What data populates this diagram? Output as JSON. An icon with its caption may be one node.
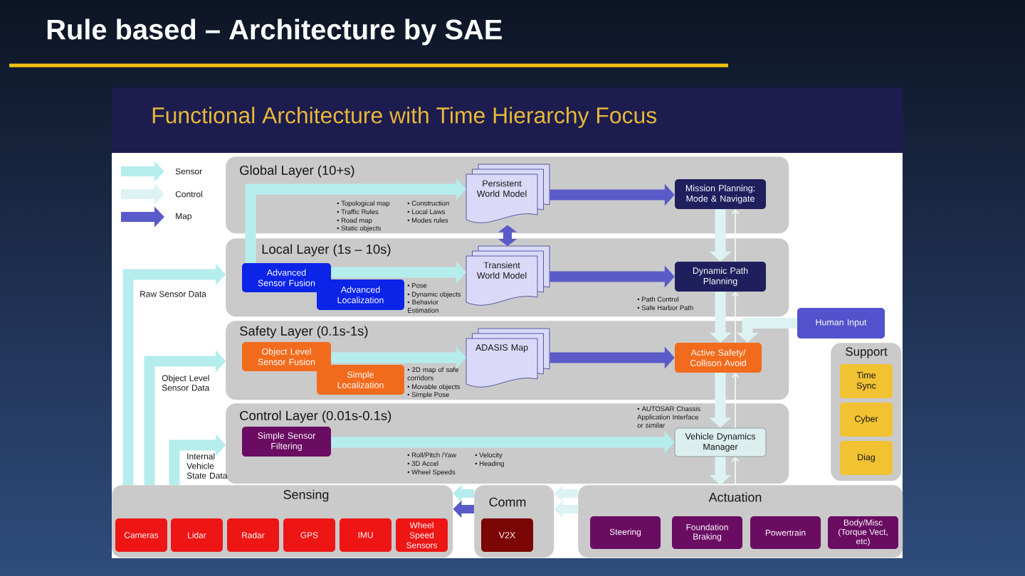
{
  "diagram": {
    "title": "Rule based – Architecture by SAE",
    "nodes": [
      {
        "text": [
          "Global Layer (10+s)"
        ]
      },
      {
        "text": [
          "Persistent World Model"
        ],
        "in": 0
      },
      {
        "text": [
          "Mission Planning: Mode & Navigate"
        ],
        "in": 0
      },
      {
        "text": [
          "Local Layer (1s – 10s)"
        ]
      },
      {
        "text": [
          "Advanced Sensor Fusion"
        ],
        "in": 3
      },
      {
        "text": [
          "Advanced Localization"
        ],
        "in": 3
      },
      {
        "text": [
          "Transient World Model"
        ],
        "in": 3
      },
      {
        "text": [
          "Dynamic Path Planning"
        ],
        "in": 3
      },
      {
        "text": [
          "Human Input"
        ]
      },
      {
        "text": [
          "Safety Layer (0.1s-1s)"
        ]
      },
      {
        "text": [
          "Object Level Sensor Fusion"
        ],
        "in": 9
      },
      {
        "text": [
          "Simple Localization"
        ],
        "in": 9
      },
      {
        "text": [
          "ADASIS Map"
        ],
        "in": 9
      },
      {
        "text": [
          "Active Safety/ Collison Avoid"
        ],
        "in": 9
      },
      {
        "text": [
          "Support"
        ]
      },
      {
        "text": [
          "Time Sync"
        ],
        "in": 14
      },
      {
        "text": [
          "Cyber"
        ],
        "in": 14
      },
      {
        "text": [
          "Diag"
        ],
        "in": 14
      },
      {
        "text": [
          "Control Layer (0.01s-0.1s)"
        ]
      },
      {
        "text": [
          "Simple Sensor Filtering"
        ],
        "in": 18
      },
      {
        "text": [
          "Vehicle Dynamics Manager"
        ],
        "in": 18
      },
      {
        "text": [
          "Sensing"
        ]
      },
      {
        "text": [
          "Cameras"
        ],
        "in": 21
      },
      {
        "text": [
          "Lidar"
        ],
        "in": 21
      },
      {
        "text": [
          "Radar"
        ],
        "in": 21
      },
      {
        "text": [
          "GPS"
        ],
        "in": 21
      },
      {
        "text": [
          "IMU"
        ],
        "in": 21
      },
      {
        "text": [
          "Wheel Speed Sensors"
        ],
        "in": 21
      },
      {
        "text": [
          "Comm"
        ]
      },
      {
        "text": [
          "V2X"
        ],
        "in": 28
      },
      {
        "text": [
          "Actuation"
        ]
      },
      {
        "text": [
          "Steering"
        ],
        "in": 30
      },
      {
        "text": [
          "Foundation Braking"
        ],
        "in": 30
      },
      {
        "text": [
          "Powertrain"
        ],
        "in": 30
      },
      {
        "text": [
          "Body/Misc (Torque Vect, etc)"
        ],
        "in": 30
      }
    ],
    "edges": [
      {
        "from": 4,
        "to": 1,
        "arrow": "to",
        "color": "#b5eded"
      },
      {
        "from": 1,
        "to": 2,
        "arrow": "to",
        "color": "#5a5ac8"
      },
      {
        "from": 1,
        "to": 6,
        "arrow": "both",
        "color": "#5a5ac8"
      },
      {
        "from": 21,
        "to": 3,
        "arrow": "to",
        "label": "Raw Sensor Data",
        "color": "#b5eded"
      },
      {
        "from": 4,
        "to": 6,
        "arrow": "to",
        "color": "#b5eded"
      },
      {
        "from": 6,
        "to": 7,
        "arrow": "to",
        "color": "#5a5ac8"
      },
      {
        "from": 2,
        "to": 7,
        "arrow": "to"
      },
      {
        "from": 7,
        "to": 2,
        "arrow": "to"
      },
      {
        "from": 21,
        "to": 9,
        "arrow": "to",
        "label": "Object Level Sensor Data",
        "color": "#b5eded"
      },
      {
        "from": 10,
        "to": 12,
        "arrow": "to",
        "color": "#b5eded"
      },
      {
        "from": 12,
        "to": 13,
        "arrow": "to",
        "color": "#5a5ac8"
      },
      {
        "from": 7,
        "to": 13,
        "arrow": "to"
      },
      {
        "from": 13,
        "to": 7,
        "arrow": "to"
      },
      {
        "from": 8,
        "to": 13,
        "arrow": "to"
      },
      {
        "from": 21,
        "to": 18,
        "arrow": "to",
        "label": "Internal Vehicle State Data",
        "color": "#b5eded"
      },
      {
        "from": 19,
        "to": 20,
        "arrow": "to",
        "color": "#b5eded"
      },
      {
        "from": 13,
        "to": 20,
        "arrow": "to"
      },
      {
        "from": 20,
        "to": 13,
        "arrow": "to"
      },
      {
        "from": 20,
        "to": 30,
        "arrow": "to"
      },
      {
        "from": 30,
        "to": 20,
        "arrow": "to"
      },
      {
        "from": 28,
        "to": 21,
        "arrow": "to",
        "color": "#b5eded"
      },
      {
        "from": 28,
        "to": 21,
        "arrow": "to",
        "color": "#5a5ac8"
      },
      {
        "from": 30,
        "to": 28,
        "arrow": "to"
      },
      {
        "from": 30,
        "to": 28,
        "arrow": "to"
      }
    ],
    "labels": [
      "Functional Architecture with Time Hierarchy Focus",
      "• Topological map",
      "• Traffic Rules",
      "• Road map",
      "• Static objects",
      "• Construction",
      "• Local Laws",
      "• Modes rules",
      "• Pose",
      "• Dynamic objects",
      "• Behavior Estimation",
      "• Path Control",
      "• Safe Harbor Path",
      "• 2D map of safe corridors",
      "• Movable objects",
      "• Simple Pose",
      "• AUTOSAR Chassis Application Interface or similar",
      "• Roll/Pitch /Yaw",
      "• 3D Accel",
      "• Wheel Speeds",
      "• Velocity",
      "• Heading"
    ],
    "legend": [
      {
        "text": "Sensor"
      },
      {
        "text": "Control"
      },
      {
        "text": "Map"
      }
    ]
  }
}
